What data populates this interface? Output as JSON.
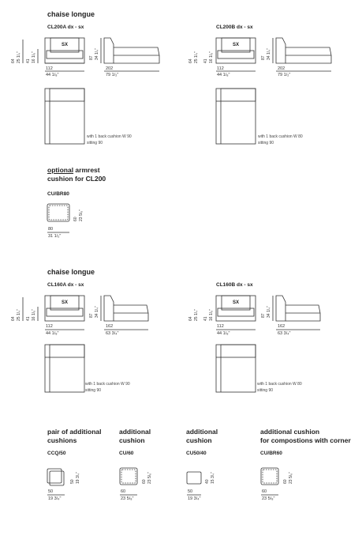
{
  "section1": {
    "title": "chaise longue",
    "left": {
      "code": "CL200A  dx - sx",
      "box_label": "SX",
      "h1": "64",
      "h1i": "25 1/₄\"",
      "h2": "41",
      "h2i": "16 1/₈\"",
      "side_h": "87",
      "side_hi": "34 1/₄\"",
      "w1": "112",
      "w1i": "44 1/₈\"",
      "w2": "202",
      "w2i": "79 1/₂\"",
      "note1": "with 1 back cushion W 90",
      "note2": "sitting 90"
    },
    "right": {
      "code": "CL200B  dx - sx",
      "box_label": "SX",
      "h1": "64",
      "h1i": "25 1/₄\"",
      "h2": "41",
      "h2i": "16 1/₈\"",
      "side_h": "87",
      "side_hi": "34 1/₄\"",
      "w1": "112",
      "w1i": "44 1/₈\"",
      "w2": "202",
      "w2i": "79 1/₂\"",
      "note1": "with 1 back cushion W 80",
      "note2": "sitting 90"
    }
  },
  "optional": {
    "title_u": "optional",
    "title_rest": " armrest",
    "title2": "cushion for CL200",
    "code": "CU/BR80",
    "w": "80",
    "wi": "31 1/₂\"",
    "h": "60",
    "hi": "23 5/₈\""
  },
  "section2": {
    "title": "chaise longue",
    "left": {
      "code": "CL160A  dx - sx",
      "box_label": "SX",
      "h1": "64",
      "h1i": "25 1/₄\"",
      "h2": "41",
      "h2i": "16 1/₈\"",
      "side_h": "87",
      "side_hi": "34 1/₄\"",
      "w1": "112",
      "w1i": "44 1/₈\"",
      "w2": "162",
      "w2i": "63 3/₄\"",
      "note1": "with 1 back cushion W 90",
      "note2": "sitting 90"
    },
    "right": {
      "code": "CL160B  dx - sx",
      "box_label": "SX",
      "h1": "64",
      "h1i": "25 1/₄\"",
      "h2": "41",
      "h2i": "16 1/₈\"",
      "side_h": "87",
      "side_hi": "34 1/₄\"",
      "w1": "112",
      "w1i": "44 1/₈\"",
      "w2": "162",
      "w2i": "63 3/₄\"",
      "note1": "with 1 back cushion W 80",
      "note2": "sitting 90"
    }
  },
  "cushions": [
    {
      "title1": "pair of additional",
      "title2": "cushions",
      "code": "CCQ/50",
      "w": "50",
      "wi": "19 3/₄\"",
      "h": "50",
      "hi": "19 3/₄\""
    },
    {
      "title1": "additional",
      "title2": "cushion",
      "code": "CU/60",
      "w": "60",
      "wi": "23 5/₈\"",
      "h": "60",
      "hi": "23 5/₈\""
    },
    {
      "title1": "additional",
      "title2": "cushion",
      "code": "CU50/40",
      "w": "50",
      "wi": "19 3/₄\"",
      "h": "40",
      "hi": "15 3/₄\""
    },
    {
      "title1": "additional cushion",
      "title2": "for compostions with corner",
      "code": "CU/BR60",
      "w": "60",
      "wi": "23 5/₈\"",
      "h": "60",
      "hi": "23 5/₈\""
    }
  ]
}
